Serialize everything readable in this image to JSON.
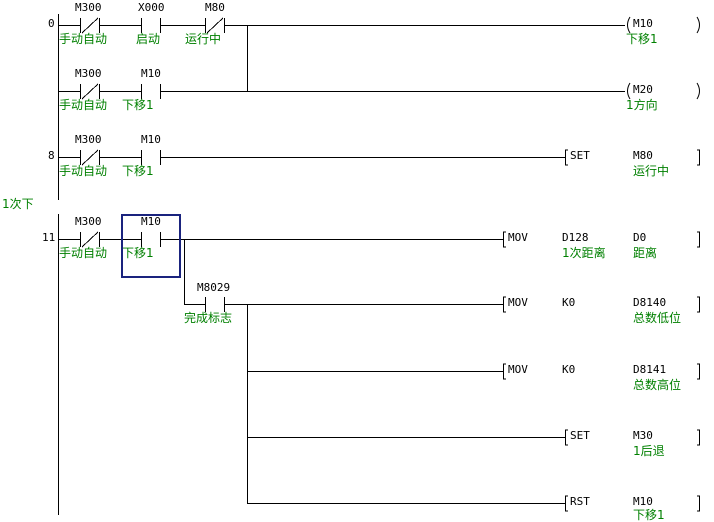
{
  "rungs": [
    {
      "step": "0",
      "contacts": [
        {
          "type": "nc",
          "device": "M300",
          "comment": "手动自动"
        },
        {
          "type": "no",
          "device": "X000",
          "comment": "启动"
        },
        {
          "type": "nc",
          "device": "M80",
          "comment": "运行中"
        }
      ],
      "output": {
        "kind": "coil",
        "device": "M10",
        "comment": "下移1"
      }
    },
    {
      "step": "",
      "contacts": [
        {
          "type": "nc",
          "device": "M300",
          "comment": "手动自动"
        },
        {
          "type": "no",
          "device": "M10",
          "comment": "下移1"
        }
      ],
      "output": {
        "kind": "coil",
        "device": "M20",
        "comment": "1方向"
      }
    },
    {
      "step": "8",
      "contacts": [
        {
          "type": "nc",
          "device": "M300",
          "comment": "手动自动"
        },
        {
          "type": "no",
          "device": "M10",
          "comment": "下移1"
        }
      ],
      "output": {
        "kind": "instr",
        "op": "SET",
        "args": [
          {
            "device": "M80",
            "comment": "运行中"
          }
        ]
      }
    },
    {
      "step": "11",
      "statement": "1次下",
      "contacts": [
        {
          "type": "nc",
          "device": "M300",
          "comment": "手动自动"
        },
        {
          "type": "no",
          "device": "M10",
          "comment": "下移1"
        }
      ],
      "output": {
        "kind": "instr",
        "op": "MOV",
        "args": [
          {
            "device": "D128",
            "comment": "1次距离"
          },
          {
            "device": "D0",
            "comment": "距离"
          }
        ]
      }
    }
  ],
  "branch_contact": {
    "type": "no",
    "device": "M8029",
    "comment": "完成标志"
  },
  "branch_outputs": [
    {
      "op": "MOV",
      "args": [
        {
          "device": "K0",
          "comment": ""
        },
        {
          "device": "D8140",
          "comment": "总数低位"
        }
      ]
    },
    {
      "op": "MOV",
      "args": [
        {
          "device": "K0",
          "comment": ""
        },
        {
          "device": "D8141",
          "comment": "总数高位"
        }
      ]
    },
    {
      "op": "SET",
      "args": [
        {
          "device": "M30",
          "comment": "1后退"
        }
      ]
    },
    {
      "op": "RST",
      "args": [
        {
          "device": "M10",
          "comment": "下移1"
        }
      ]
    }
  ],
  "colors": {
    "wire": "#000000",
    "comment": "#008000",
    "cursor": "#1a237e",
    "background": "#ffffff"
  }
}
